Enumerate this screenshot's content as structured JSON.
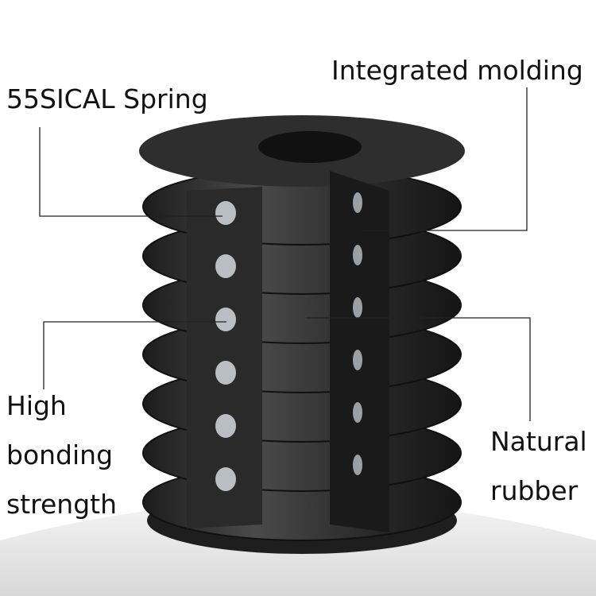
{
  "labels": {
    "integrated_molding": "Integrated molding",
    "spring": "55SICAL Spring",
    "bonding": [
      "High",
      "bonding",
      "strength"
    ],
    "rubber": [
      "Natural",
      "rubber"
    ]
  },
  "colors": {
    "rubber": "#2b2b2b",
    "rubber_highlight": "#555555",
    "cut_face": "#1a1a1a",
    "spring_dot": "#b8bec3",
    "pedestal": "#e6e6e6"
  }
}
